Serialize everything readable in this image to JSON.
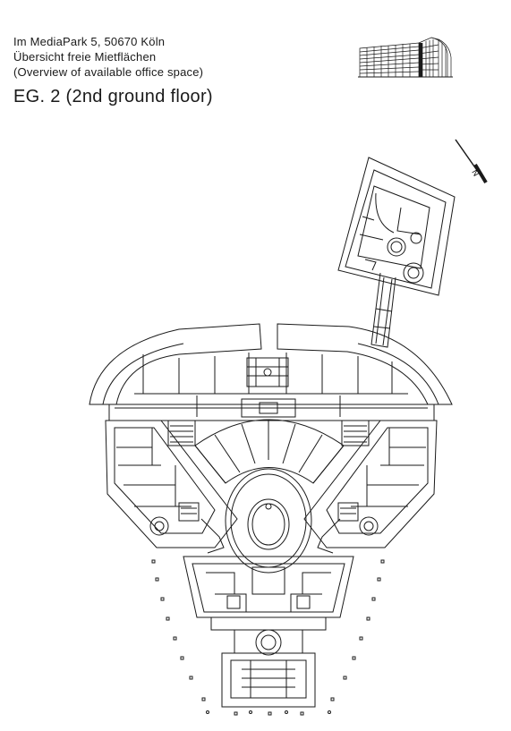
{
  "header": {
    "address": "Im MediaPark 5,  50670 Köln",
    "subtitle_de": "Übersicht freie Mietflächen",
    "subtitle_en": "(Overview of available office space)"
  },
  "floor_title": "EG. 2 (2nd ground floor)",
  "north_arrow": {
    "label": "N",
    "icon": "north-arrow-icon"
  },
  "building_thumbnail": {
    "icon": "building-elevation-icon"
  },
  "colors": {
    "line": "#1a1a1a",
    "fill": "#ffffff",
    "hatch": "#555555"
  }
}
